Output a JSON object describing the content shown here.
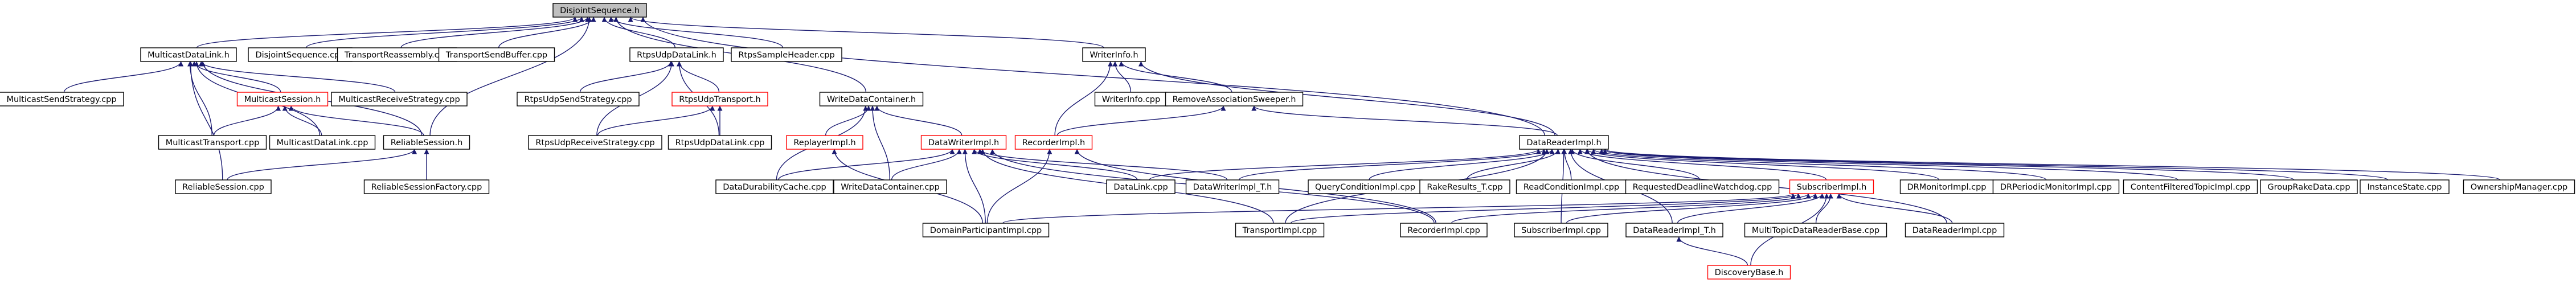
{
  "graph": {
    "colors": {
      "edge": "#191970",
      "node_border_default": "#000000",
      "node_border_missing": "#ff0000",
      "root_fill": "#bfbfbf"
    },
    "nodes": [
      {
        "id": "disjoint_h",
        "label": "DisjointSequence.h",
        "root": true
      },
      {
        "id": "multicast_datalink_h",
        "label": "MulticastDataLink.h"
      },
      {
        "id": "disjoint_cpp",
        "label": "DisjointSequence.cpp"
      },
      {
        "id": "transport_reassembly_cpp",
        "label": "TransportReassembly.cpp"
      },
      {
        "id": "transport_send_buffer_cpp",
        "label": "TransportSendBuffer.cpp"
      },
      {
        "id": "rtps_udp_datalink_h",
        "label": "RtpsUdpDataLink.h"
      },
      {
        "id": "rtps_sample_header_cpp",
        "label": "RtpsSampleHeader.cpp"
      },
      {
        "id": "writerinfo_h",
        "label": "WriterInfo.h"
      },
      {
        "id": "multicast_send_strategy_cpp",
        "label": "MulticastSendStrategy.cpp"
      },
      {
        "id": "multicast_session_h",
        "label": "MulticastSession.h",
        "missing": true
      },
      {
        "id": "multicast_receive_strategy_cpp",
        "label": "MulticastReceiveStrategy.cpp"
      },
      {
        "id": "rtps_udp_send_strategy_cpp",
        "label": "RtpsUdpSendStrategy.cpp"
      },
      {
        "id": "rtps_udp_transport_h",
        "label": "RtpsUdpTransport.h",
        "missing": true
      },
      {
        "id": "write_data_container_h",
        "label": "WriteDataContainer.h"
      },
      {
        "id": "writerinfo_cpp",
        "label": "WriterInfo.cpp"
      },
      {
        "id": "remove_association_sweeper_h",
        "label": "RemoveAssociationSweeper.h"
      },
      {
        "id": "multicast_transport_cpp",
        "label": "MulticastTransport.cpp"
      },
      {
        "id": "multicast_datalink_cpp",
        "label": "MulticastDataLink.cpp"
      },
      {
        "id": "reliable_session_h",
        "label": "ReliableSession.h"
      },
      {
        "id": "rtps_udp_receive_strategy_cpp",
        "label": "RtpsUdpReceiveStrategy.cpp"
      },
      {
        "id": "rtps_udp_datalink_cpp",
        "label": "RtpsUdpDataLink.cpp"
      },
      {
        "id": "replayer_impl_h",
        "label": "ReplayerImpl.h",
        "missing": true
      },
      {
        "id": "datawriter_impl_h",
        "label": "DataWriterImpl.h",
        "missing": true
      },
      {
        "id": "recorder_impl_h",
        "label": "RecorderImpl.h",
        "missing": true
      },
      {
        "id": "datareader_impl_h",
        "label": "DataReaderImpl.h"
      },
      {
        "id": "reliable_session_cpp",
        "label": "ReliableSession.cpp"
      },
      {
        "id": "reliable_session_factory_cpp",
        "label": "ReliableSessionFactory.cpp"
      },
      {
        "id": "data_durability_cache_cpp",
        "label": "DataDurabilityCache.cpp"
      },
      {
        "id": "write_data_container_cpp",
        "label": "WriteDataContainer.cpp"
      },
      {
        "id": "datalink_cpp",
        "label": "DataLink.cpp"
      },
      {
        "id": "datawriter_impl_t_h",
        "label": "DataWriterImpl_T.h"
      },
      {
        "id": "query_condition_impl_cpp",
        "label": "QueryConditionImpl.cpp"
      },
      {
        "id": "rake_results_t_cpp",
        "label": "RakeResults_T.cpp"
      },
      {
        "id": "read_condition_impl_cpp",
        "label": "ReadConditionImpl.cpp"
      },
      {
        "id": "requested_deadline_watchdog_cpp",
        "label": "RequestedDeadlineWatchdog.cpp"
      },
      {
        "id": "subscriber_impl_h",
        "label": "SubscriberImpl.h",
        "missing": true
      },
      {
        "id": "dr_monitor_impl_cpp",
        "label": "DRMonitorImpl.cpp"
      },
      {
        "id": "dr_periodic_monitor_impl_cpp",
        "label": "DRPeriodicMonitorImpl.cpp"
      },
      {
        "id": "content_filtered_topic_impl_cpp",
        "label": "ContentFilteredTopicImpl.cpp"
      },
      {
        "id": "group_rake_data_cpp",
        "label": "GroupRakeData.cpp"
      },
      {
        "id": "instance_state_cpp",
        "label": "InstanceState.cpp"
      },
      {
        "id": "ownership_manager_cpp",
        "label": "OwnershipManager.cpp"
      },
      {
        "id": "domain_participant_impl_cpp",
        "label": "DomainParticipantImpl.cpp"
      },
      {
        "id": "transport_impl_cpp",
        "label": "TransportImpl.cpp"
      },
      {
        "id": "recorder_impl_cpp",
        "label": "RecorderImpl.cpp"
      },
      {
        "id": "subscriber_impl_cpp",
        "label": "SubscriberImpl.cpp"
      },
      {
        "id": "datareader_impl_t_h",
        "label": "DataReaderImpl_T.h"
      },
      {
        "id": "multitopic_datareader_base_cpp",
        "label": "MultiTopicDataReaderBase.cpp"
      },
      {
        "id": "datareader_impl_cpp",
        "label": "DataReaderImpl.cpp"
      },
      {
        "id": "discovery_base_h",
        "label": "DiscoveryBase.h",
        "missing": true
      }
    ],
    "edges": [
      [
        "disjoint_h",
        "multicast_datalink_h"
      ],
      [
        "disjoint_h",
        "disjoint_cpp"
      ],
      [
        "disjoint_h",
        "transport_reassembly_cpp"
      ],
      [
        "disjoint_h",
        "transport_send_buffer_cpp"
      ],
      [
        "disjoint_h",
        "rtps_udp_datalink_h"
      ],
      [
        "disjoint_h",
        "rtps_sample_header_cpp"
      ],
      [
        "disjoint_h",
        "writerinfo_h"
      ],
      [
        "disjoint_h",
        "write_data_container_h"
      ],
      [
        "disjoint_h",
        "reliable_session_h"
      ],
      [
        "disjoint_h",
        "datareader_impl_h"
      ],
      [
        "multicast_datalink_h",
        "multicast_send_strategy_cpp"
      ],
      [
        "multicast_datalink_h",
        "multicast_session_h"
      ],
      [
        "multicast_datalink_h",
        "multicast_receive_strategy_cpp"
      ],
      [
        "multicast_datalink_h",
        "multicast_transport_cpp"
      ],
      [
        "multicast_datalink_h",
        "multicast_datalink_cpp"
      ],
      [
        "multicast_datalink_h",
        "reliable_session_h"
      ],
      [
        "multicast_datalink_h",
        "reliable_session_cpp"
      ],
      [
        "multicast_session_h",
        "multicast_transport_cpp"
      ],
      [
        "multicast_session_h",
        "multicast_datalink_cpp"
      ],
      [
        "multicast_session_h",
        "reliable_session_h"
      ],
      [
        "reliable_session_h",
        "reliable_session_cpp"
      ],
      [
        "reliable_session_h",
        "reliable_session_factory_cpp"
      ],
      [
        "rtps_udp_datalink_h",
        "rtps_udp_send_strategy_cpp"
      ],
      [
        "rtps_udp_datalink_h",
        "rtps_udp_transport_h"
      ],
      [
        "rtps_udp_datalink_h",
        "rtps_udp_receive_strategy_cpp"
      ],
      [
        "rtps_udp_datalink_h",
        "rtps_udp_datalink_cpp"
      ],
      [
        "rtps_udp_transport_h",
        "rtps_udp_receive_strategy_cpp"
      ],
      [
        "rtps_udp_transport_h",
        "rtps_udp_datalink_cpp"
      ],
      [
        "writerinfo_h",
        "writerinfo_cpp"
      ],
      [
        "writerinfo_h",
        "remove_association_sweeper_h"
      ],
      [
        "writerinfo_h",
        "recorder_impl_h"
      ],
      [
        "writerinfo_h",
        "datareader_impl_h"
      ],
      [
        "remove_association_sweeper_h",
        "recorder_impl_h"
      ],
      [
        "remove_association_sweeper_h",
        "datareader_impl_h"
      ],
      [
        "write_data_container_h",
        "replayer_impl_h"
      ],
      [
        "write_data_container_h",
        "datawriter_impl_h"
      ],
      [
        "write_data_container_h",
        "data_durability_cache_cpp"
      ],
      [
        "write_data_container_h",
        "write_data_container_cpp"
      ],
      [
        "replayer_impl_h",
        "domain_participant_impl_cpp"
      ],
      [
        "datawriter_impl_h",
        "data_durability_cache_cpp"
      ],
      [
        "datawriter_impl_h",
        "write_data_container_cpp"
      ],
      [
        "datawriter_impl_h",
        "datalink_cpp"
      ],
      [
        "datawriter_impl_h",
        "datawriter_impl_t_h"
      ],
      [
        "datawriter_impl_h",
        "domain_participant_impl_cpp"
      ],
      [
        "datawriter_impl_h",
        "transport_impl_cpp"
      ],
      [
        "datawriter_impl_h",
        "recorder_impl_cpp"
      ],
      [
        "recorder_impl_h",
        "recorder_impl_cpp"
      ],
      [
        "recorder_impl_h",
        "domain_participant_impl_cpp"
      ],
      [
        "datareader_impl_h",
        "datalink_cpp"
      ],
      [
        "datareader_impl_h",
        "datawriter_impl_t_h"
      ],
      [
        "datareader_impl_h",
        "query_condition_impl_cpp"
      ],
      [
        "datareader_impl_h",
        "rake_results_t_cpp"
      ],
      [
        "datareader_impl_h",
        "read_condition_impl_cpp"
      ],
      [
        "datareader_impl_h",
        "requested_deadline_watchdog_cpp"
      ],
      [
        "datareader_impl_h",
        "subscriber_impl_h"
      ],
      [
        "datareader_impl_h",
        "dr_monitor_impl_cpp"
      ],
      [
        "datareader_impl_h",
        "dr_periodic_monitor_impl_cpp"
      ],
      [
        "datareader_impl_h",
        "content_filtered_topic_impl_cpp"
      ],
      [
        "datareader_impl_h",
        "group_rake_data_cpp"
      ],
      [
        "datareader_impl_h",
        "instance_state_cpp"
      ],
      [
        "datareader_impl_h",
        "ownership_manager_cpp"
      ],
      [
        "datareader_impl_h",
        "transport_impl_cpp"
      ],
      [
        "datareader_impl_h",
        "subscriber_impl_cpp"
      ],
      [
        "datareader_impl_h",
        "datareader_impl_t_h"
      ],
      [
        "datareader_impl_h",
        "datareader_impl_cpp"
      ],
      [
        "subscriber_impl_h",
        "domain_participant_impl_cpp"
      ],
      [
        "subscriber_impl_h",
        "transport_impl_cpp"
      ],
      [
        "subscriber_impl_h",
        "recorder_impl_cpp"
      ],
      [
        "subscriber_impl_h",
        "subscriber_impl_cpp"
      ],
      [
        "subscriber_impl_h",
        "datareader_impl_t_h"
      ],
      [
        "subscriber_impl_h",
        "multitopic_datareader_base_cpp"
      ],
      [
        "subscriber_impl_h",
        "datareader_impl_cpp"
      ],
      [
        "subscriber_impl_h",
        "discovery_base_h"
      ],
      [
        "datareader_impl_t_h",
        "discovery_base_h"
      ]
    ]
  }
}
